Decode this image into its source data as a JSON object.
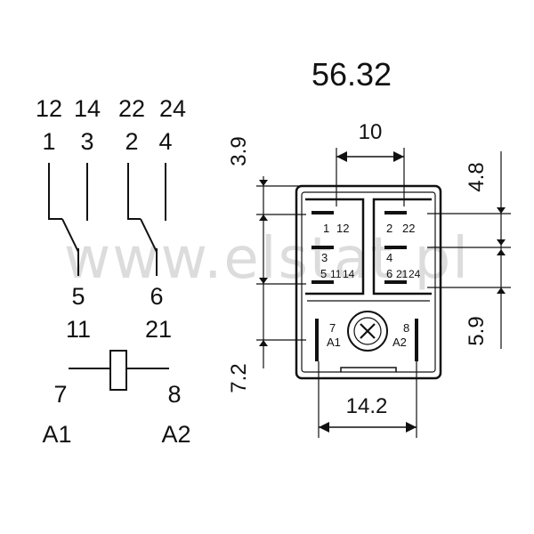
{
  "title": "56.32",
  "watermark": "www.elstat.pl",
  "schematic": {
    "top_numbers": [
      "12",
      "14",
      "22",
      "24"
    ],
    "pin_numbers": [
      "1",
      "3",
      "2",
      "4"
    ],
    "contact_pins": [
      "5",
      "6"
    ],
    "contact_pins_alt": [
      "11",
      "21"
    ],
    "coil_pins": [
      "7",
      "8"
    ],
    "coil_labels": [
      "A1",
      "A2"
    ]
  },
  "dimensions": {
    "top_width": "10",
    "left_top": "3.9",
    "right_top": "4.8",
    "right_bottom": "5.9",
    "left_bottom": "7.2",
    "bottom_width": "14.2"
  },
  "relay_pins": {
    "row1": [
      "1",
      "12",
      "2",
      "22"
    ],
    "row2": [
      "3",
      "11",
      "14",
      "4",
      "21",
      "24"
    ],
    "row3": [
      "5",
      "6"
    ],
    "coil_left": [
      "7",
      "A1"
    ],
    "coil_right": [
      "8",
      "A2"
    ]
  },
  "colors": {
    "line": "#111111",
    "watermark": "#dcdcdc",
    "background": "#ffffff"
  }
}
